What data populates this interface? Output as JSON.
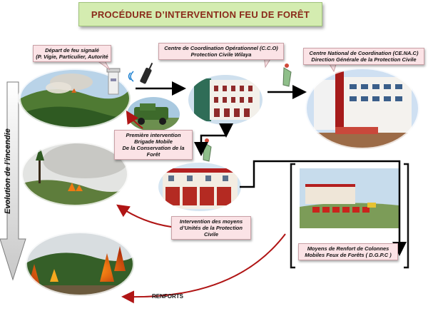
{
  "title": "PROCÉDURE D’INTERVENTION FEU DE FORÊT",
  "labels": {
    "depart": [
      "Départ de feu signalé",
      "(P. Vigie, Particulier, Autorité"
    ],
    "cco": [
      "Centre de Coordination Opérationnel (C.C.O)",
      "Protection Civile Wilaya"
    ],
    "cena": [
      "Centre National de Coordination (CE.NA.C)",
      "Direction Générale de la Protection Civile"
    ],
    "premiere": [
      "Première intervention",
      "Brigade Mobile",
      "De la Conservation de la Forêt"
    ],
    "moyens": [
      "Intervention des moyens",
      "d’Unités de la Protection Civile"
    ],
    "renfort": [
      "Moyens de Renfort de Colonnes",
      "Mobiles Feux de Forêts ( D.G.P.C )"
    ]
  },
  "side_axis": "Evolution de l’incendie",
  "renforts": "RENFORTS",
  "colors": {
    "title_bg": "#d4ecb0",
    "title_text": "#8a2a1a",
    "label_bg": "#fbe3e6",
    "arrow_black": "#000000",
    "arrow_red": "#b01515"
  }
}
